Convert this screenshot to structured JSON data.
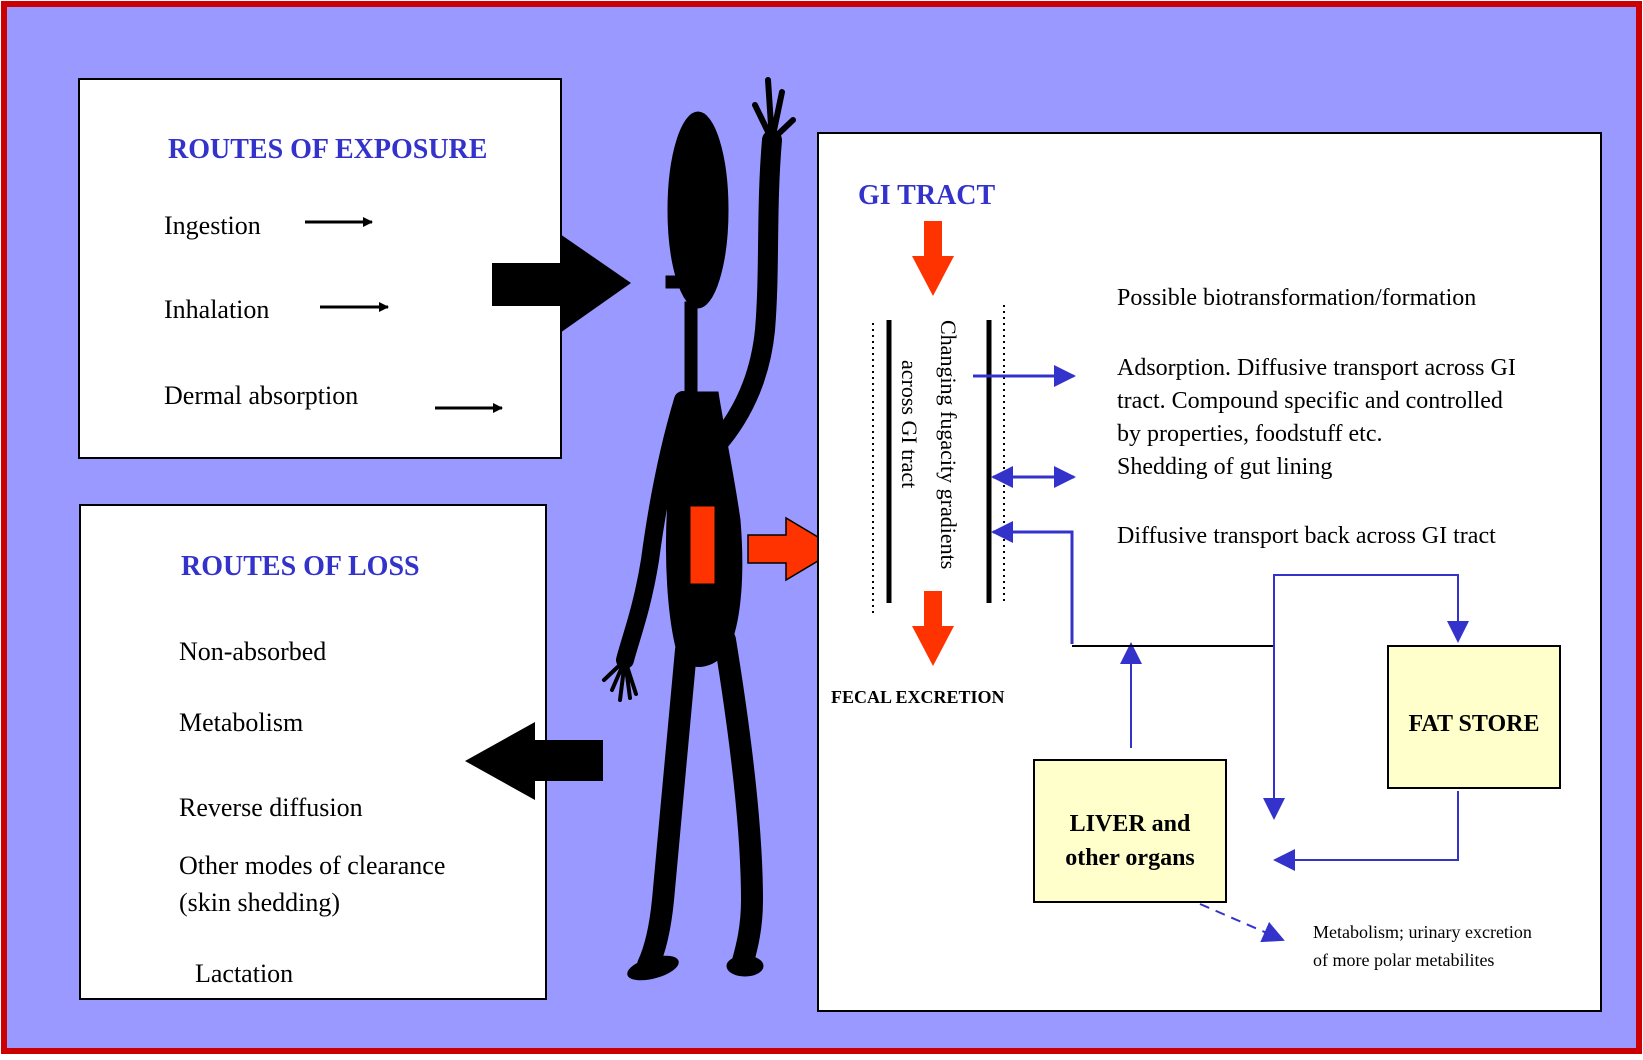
{
  "colors": {
    "background": "#9999ff",
    "frame": "#cc0000",
    "accent_red": "#ff3300",
    "accent_blue": "#3333cc",
    "box_yellow": "#ffffcc"
  },
  "exposure": {
    "title": "ROUTES OF EXPOSURE",
    "items": [
      "Ingestion",
      "Inhalation",
      "Dermal absorption"
    ]
  },
  "loss": {
    "title": "ROUTES OF LOSS",
    "items": [
      "Non-absorbed",
      "Metabolism",
      "Reverse diffusion",
      "Other modes of clearance",
      "(skin shedding)",
      "Lactation"
    ]
  },
  "gi": {
    "title": "GI TRACT",
    "gradient_label_1": "Changing fugacity gradients",
    "gradient_label_2": "across GI tract",
    "fecal": "FECAL EXCRETION",
    "notes": {
      "biotransformation": "Possible biotransformation/formation",
      "adsorption_1": "Adsorption. Diffusive transport across GI",
      "adsorption_2": "tract. Compound specific and controlled",
      "adsorption_3": "by properties, foodstuff etc.",
      "shedding": "Shedding of gut lining",
      "back_transport": "Diffusive transport back across GI tract"
    },
    "fat_store": "FAT STORE",
    "liver_1": "LIVER and",
    "liver_2": "other organs",
    "metabolism_1": "Metabolism; urinary excretion",
    "metabolism_2": "of more polar metabilites"
  }
}
